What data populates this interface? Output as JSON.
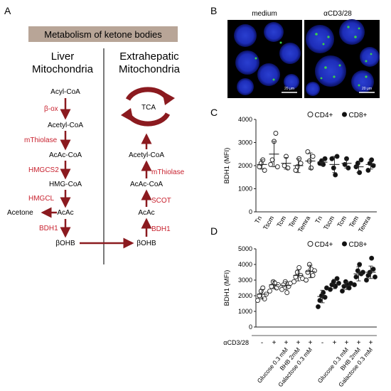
{
  "panel_labels": {
    "a": "A",
    "b": "B",
    "c": "C",
    "d": "D"
  },
  "panel_a": {
    "title": "Metabolism of ketone bodies",
    "liver_heading": [
      "Liver",
      "Mitochondria"
    ],
    "extra_heading": [
      "Extrahepatic",
      "Mitochondria"
    ],
    "liver_metabolites": [
      "Acyl-CoA",
      "Acetyl-CoA",
      "AcAc-CoA",
      "HMG-CoA",
      "AcAc",
      "βOHB"
    ],
    "liver_enzymes": [
      "β-ox",
      "mThiolase",
      "HMGCS2",
      "HMGCL",
      "BDH1"
    ],
    "acetone_label": "Acetone",
    "extra_metabolites": [
      "TCA",
      "Acetyl-CoA",
      "AcAc-CoA",
      "AcAc",
      "βOHB"
    ],
    "extra_enzymes": [
      "mThiolase",
      "SCOT",
      "BDH1"
    ],
    "colors": {
      "enzyme": "#c8212e",
      "arrow": "#8b1a1f",
      "title_bg": "#b8a597"
    }
  },
  "panel_b": {
    "labels": [
      "medium",
      "αCD3/28"
    ],
    "scale_bar": "20 μm"
  },
  "chart_data": [
    {
      "type": "scatter",
      "panel": "C",
      "ylabel": "BDH1 (MFI)",
      "ylim": [
        0,
        4000
      ],
      "yticks": [
        0,
        1000,
        2000,
        3000,
        4000
      ],
      "categories": [
        "Tn",
        "Tscm",
        "Tcm",
        "Tem",
        "Temra",
        "Tn",
        "Tscm",
        "Tcm",
        "Tem",
        "Temra"
      ],
      "legend": [
        "CD4+",
        "CD8+"
      ],
      "series": [
        {
          "name": "CD4+",
          "filled": false,
          "points": [
            [
              1950,
              2100,
              2250,
              1800
            ],
            [
              2050,
              2250,
              3050,
              3400,
              1950
            ],
            [
              2000,
              2400,
              1900
            ],
            [
              1800,
              1950,
              2300,
              2100
            ],
            [
              2600,
              2200,
              1900,
              2400
            ]
          ],
          "means": [
            2050,
            2500,
            2100,
            2000,
            2200
          ],
          "sd": [
            200,
            550,
            250,
            300,
            350
          ]
        },
        {
          "name": "CD8+",
          "filled": false,
          "points": [
            [
              2100,
              2200,
              2050,
              2300
            ],
            [
              2300,
              1900,
              1600,
              2400
            ],
            [
              2050,
              2300,
              1900
            ],
            [
              1950,
              2100,
              1700,
              2250
            ],
            [
              1800,
              2100,
              2250,
              2000
            ]
          ],
          "means": [
            2150,
            2050,
            2100,
            1950,
            2050
          ],
          "sd": [
            150,
            350,
            200,
            250,
            200
          ]
        }
      ]
    },
    {
      "type": "scatter",
      "panel": "D",
      "ylabel": "BDH1 (MFI)",
      "ylim": [
        0,
        5000
      ],
      "yticks": [
        0,
        1000,
        2000,
        3000,
        4000,
        5000
      ],
      "xgroup_label": "αCD3/28",
      "stim_signs": [
        "-",
        "+",
        "+",
        "+",
        "+",
        "-",
        "+",
        "+",
        "+",
        "+"
      ],
      "categories": [
        "",
        "",
        "Glucose 0.3 mM",
        "BHB 2mM",
        "Galactose 0.3 mM",
        "",
        "",
        "Glucose 0.3 mM",
        "BHB 2mM",
        "Galactose 0.3 mM"
      ],
      "legend": [
        "CD4+",
        "CD8+"
      ],
      "series": [
        {
          "name": "CD4+",
          "filled": false,
          "points": [
            [
              1700,
              2000,
              2300,
              2500,
              1800,
              2100
            ],
            [
              2300,
              2600,
              2900,
              2800,
              2500,
              2700
            ],
            [
              2400,
              2700,
              2900,
              2200,
              2600,
              2800
            ],
            [
              2900,
              3200,
              3500,
              3800,
              3300,
              3100
            ],
            [
              3000,
              3500,
              4000,
              3700,
              3300,
              3600
            ]
          ],
          "means": [
            2100,
            2700,
            2650,
            3300,
            3550
          ],
          "sd": [
            300,
            250,
            250,
            350,
            400
          ]
        },
        {
          "name": "CD8+",
          "filled": true,
          "points": [
            [
              1300,
              1700,
              2000,
              2200,
              1900,
              2500
            ],
            [
              2400,
              2700,
              2900,
              2600,
              3100,
              2800
            ],
            [
              2300,
              2600,
              2900,
              2700,
              2500,
              2800
            ],
            [
              2700,
              3200,
              3600,
              4000,
              3400,
              3500
            ],
            [
              3000,
              3300,
              3500,
              4400,
              3700,
              3200
            ]
          ],
          "means": [
            1950,
            2750,
            2650,
            3400,
            3500
          ],
          "sd": [
            400,
            300,
            250,
            450,
            400
          ]
        }
      ]
    }
  ]
}
